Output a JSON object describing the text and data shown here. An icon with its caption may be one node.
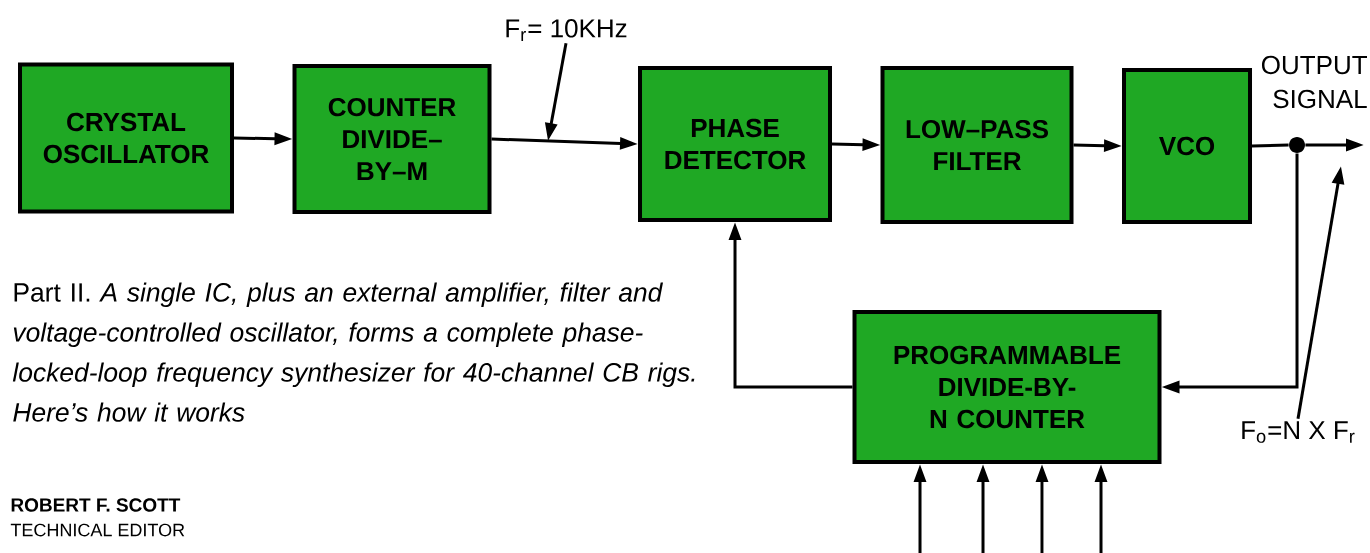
{
  "diagram": {
    "caption": "Part II. *A single IC, plus an external amplifier, filter and voltage-controlled oscillator, forms a complete phase-locked-loop frequency synthesizer for 40-channel CB rigs. Here’s how it works*",
    "nodes": [
      {
        "text": [
          "CRYSTAL OSCILLATOR"
        ]
      },
      {
        "text": [
          "COUNTER DIVIDE– BY–M"
        ]
      },
      {
        "text": [
          "PHASE DETECTOR"
        ]
      },
      {
        "text": [
          "LOW–PASS FILTER"
        ]
      },
      {
        "text": [
          "VCO"
        ]
      },
      {
        "text": [],
        "shape": "circle"
      },
      {
        "text": [
          "PROGRAMMABLE DIVIDE-BY-N COUNTER"
        ]
      },
      {
        "text": [
          "F$_{r}$= 10KHz"
        ]
      },
      {
        "text": [
          "F$_{o}$=N X F$_{r}$"
        ]
      }
    ],
    "edges": [
      {
        "from": 0,
        "to": 1,
        "arrow": "to"
      },
      {
        "from": 1,
        "to": 2,
        "arrow": "to"
      },
      {
        "from": 2,
        "to": 3,
        "arrow": "to"
      },
      {
        "from": 3,
        "to": 4,
        "arrow": "to"
      },
      {
        "from": 4,
        "to": 5,
        "arrow": "none"
      },
      {
        "from": 5,
        "to": null,
        "arrow": "to"
      },
      {
        "from": 5,
        "to": 6,
        "arrow": "to"
      },
      {
        "from": 6,
        "to": 2,
        "arrow": "to"
      },
      {
        "from": null,
        "to": 6,
        "arrow": "to"
      },
      {
        "from": null,
        "to": 6,
        "arrow": "to"
      },
      {
        "from": null,
        "to": 6,
        "arrow": "to"
      },
      {
        "from": null,
        "to": 6,
        "arrow": "to"
      },
      {
        "from": 7,
        "to": null,
        "arrow": "to"
      },
      {
        "from": 8,
        "to": null,
        "arrow": "to"
      }
    ],
    "labels": [
      "OUTPUT SIGNAL",
      "ROBERT F. SCOTT",
      "TECHNICAL EDITOR"
    ]
  }
}
